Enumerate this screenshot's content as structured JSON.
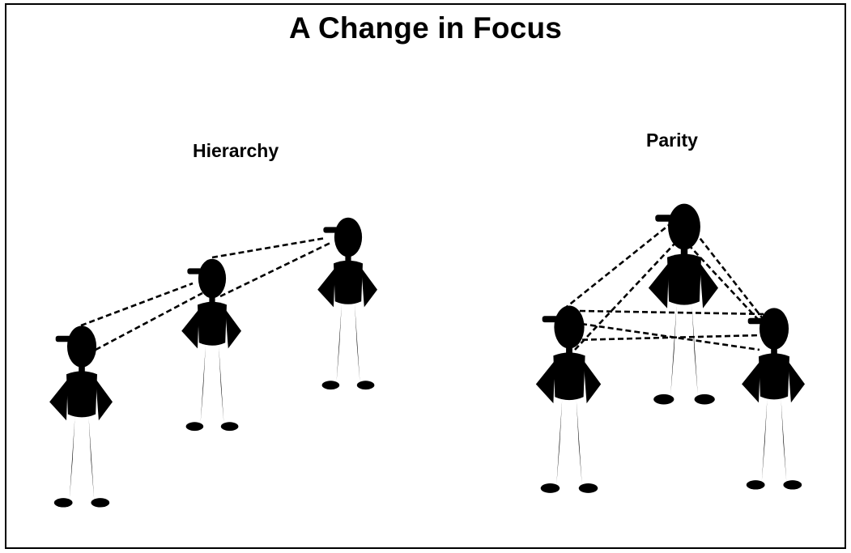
{
  "title": "A Change in Focus",
  "groups": [
    {
      "label": "Hierarchy"
    },
    {
      "label": "Parity"
    }
  ],
  "colors": {
    "ink": "#000000",
    "paper": "#ffffff"
  }
}
